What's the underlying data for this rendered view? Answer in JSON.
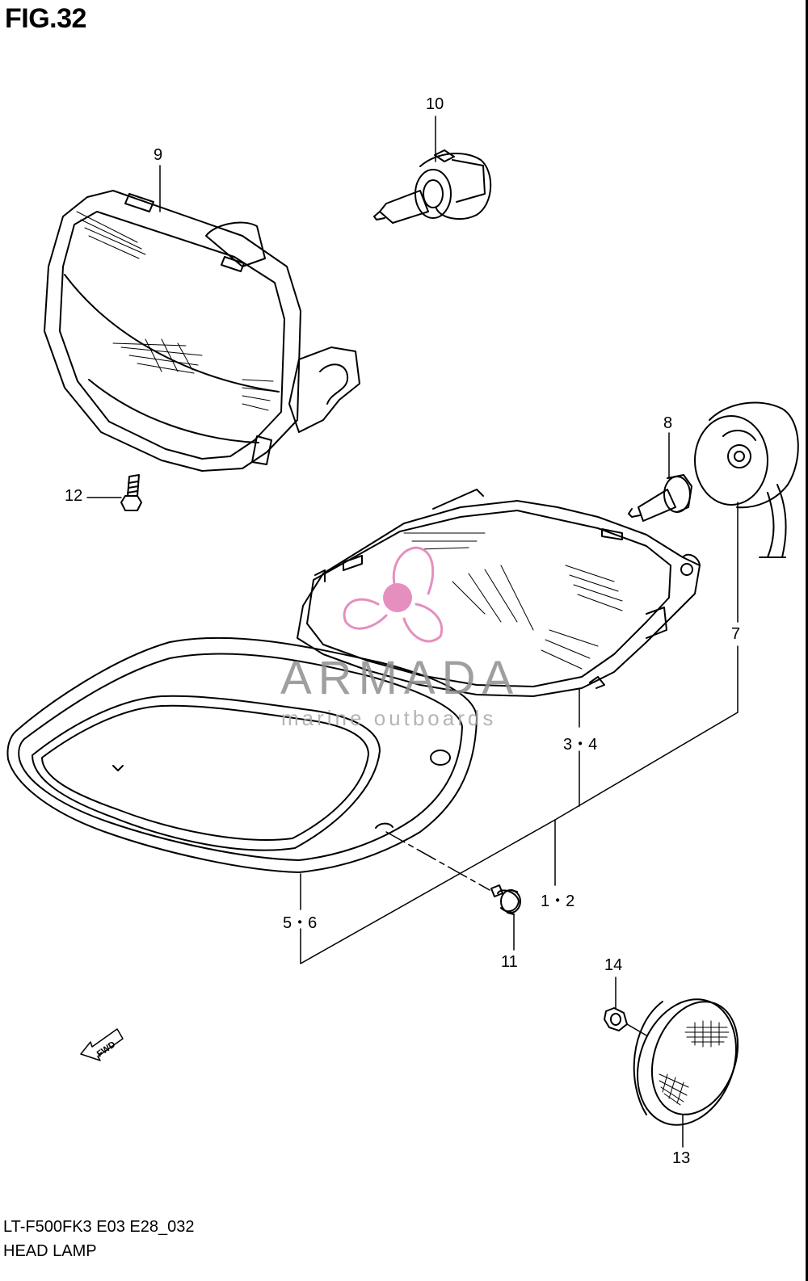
{
  "figure": {
    "title": "FIG.32",
    "code": "LT-F500FK3 E03 E28_032",
    "name": "HEAD LAMP"
  },
  "callouts": {
    "c9": "9",
    "c10": "10",
    "c8": "8",
    "c12": "12",
    "c7": "7",
    "c34": "3・4",
    "c12b": "1・2",
    "c56": "5・6",
    "c11": "11",
    "c14": "14",
    "c13": "13"
  },
  "fwd_label": "FWD",
  "watermark": {
    "name": "ARMADA",
    "tagline": "marine outboards",
    "color": "#e58fbf"
  },
  "colors": {
    "line": "#000000",
    "watermark_pink": "#e58fbf",
    "watermark_gray": "#8f8f8f"
  }
}
